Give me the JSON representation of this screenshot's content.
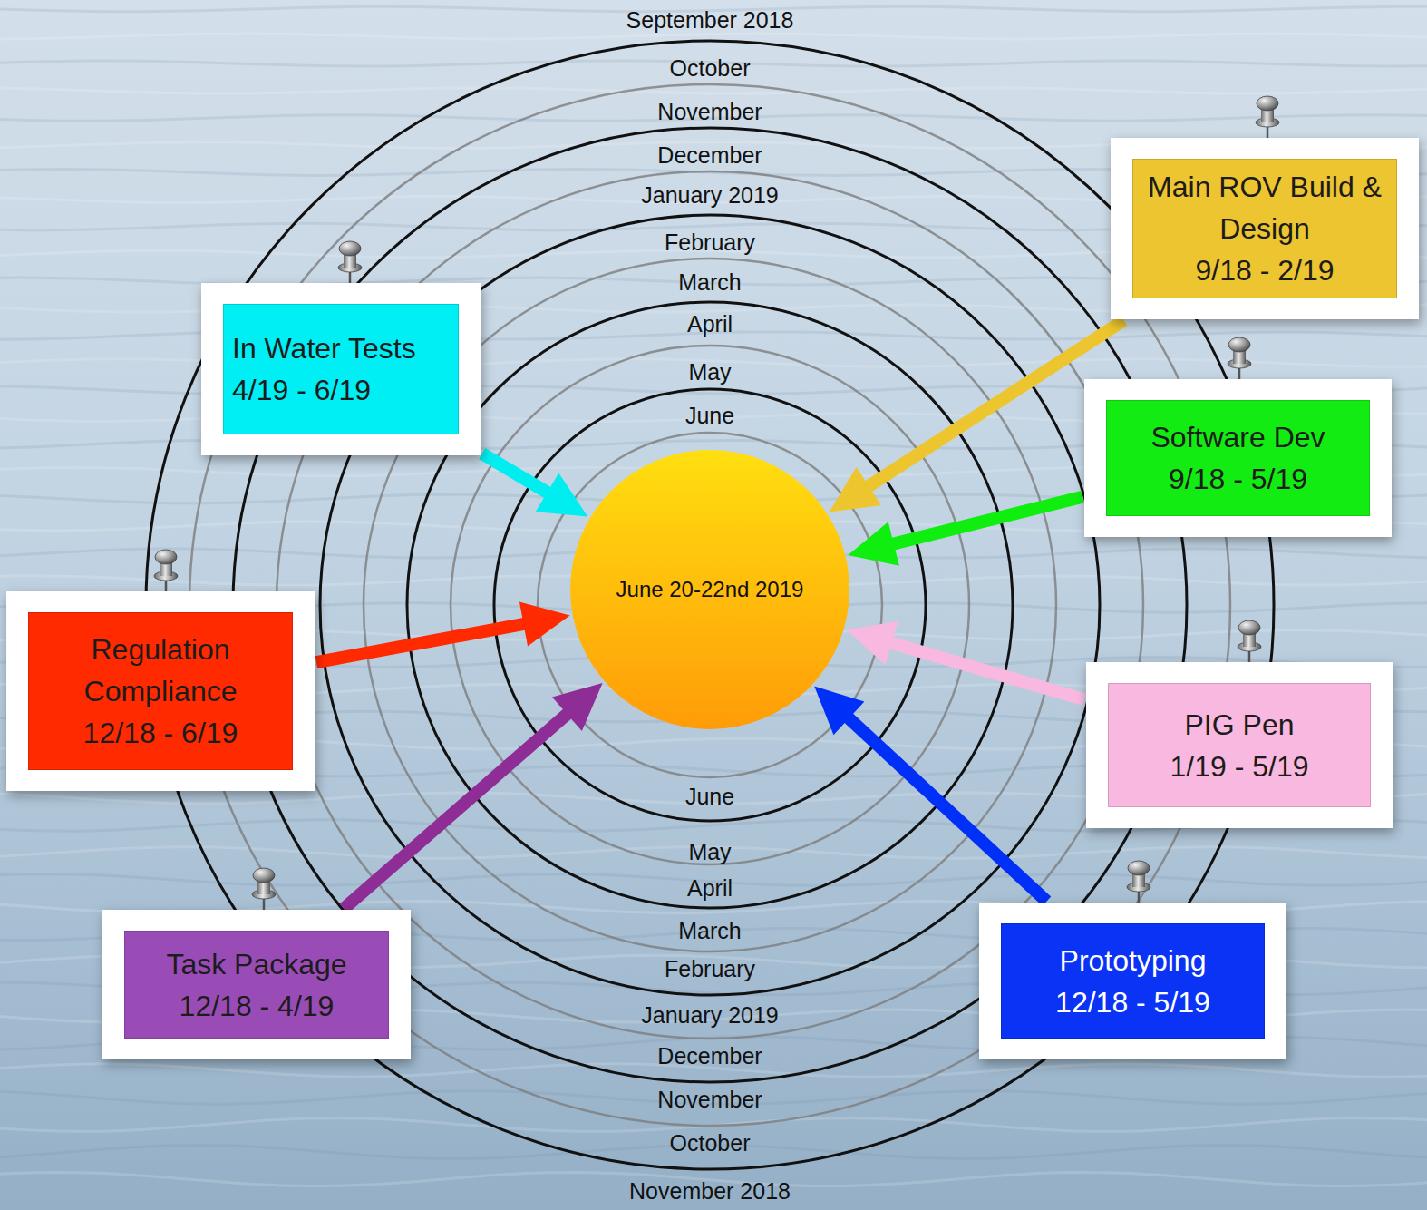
{
  "diagram": {
    "nodes": [
      {
        "text": [
          "Main ROV Build & Design",
          "9/18 - 2/19"
        ]
      },
      {
        "text": [
          "In Water Tests",
          "4/19 - 6/19"
        ]
      },
      {
        "text": [
          "Software Dev",
          "9/18 - 5/19"
        ]
      },
      {
        "text": [
          "June 20-22nd 2019"
        ]
      },
      {
        "text": [
          "Regulation Compliance",
          "12/18 - 6/19"
        ]
      },
      {
        "text": [
          "PIG Pen",
          "1/19 - 5/19"
        ]
      },
      {
        "text": [
          "Task Package",
          "12/18 - 4/19"
        ]
      },
      {
        "text": [
          "Prototyping",
          "12/18 - 5/19"
        ]
      }
    ],
    "edges": [
      {
        "from": 0,
        "to": 3,
        "arrow": "to"
      },
      {
        "from": 1,
        "to": 3,
        "arrow": "to"
      },
      {
        "from": 2,
        "to": 3,
        "arrow": "to"
      },
      {
        "from": 4,
        "to": 3,
        "arrow": "to"
      },
      {
        "from": 5,
        "to": 3,
        "arrow": "to"
      },
      {
        "from": 6,
        "to": 3,
        "arrow": "to"
      },
      {
        "from": 7,
        "to": 3,
        "arrow": "to"
      }
    ],
    "labels": [
      "September 2018",
      "October",
      "November",
      "December",
      "January 2019",
      "February",
      "March",
      "April",
      "May",
      "June",
      "June",
      "May",
      "April",
      "March",
      "February",
      "January 2019",
      "December",
      "November",
      "October",
      "November 2018"
    ]
  }
}
